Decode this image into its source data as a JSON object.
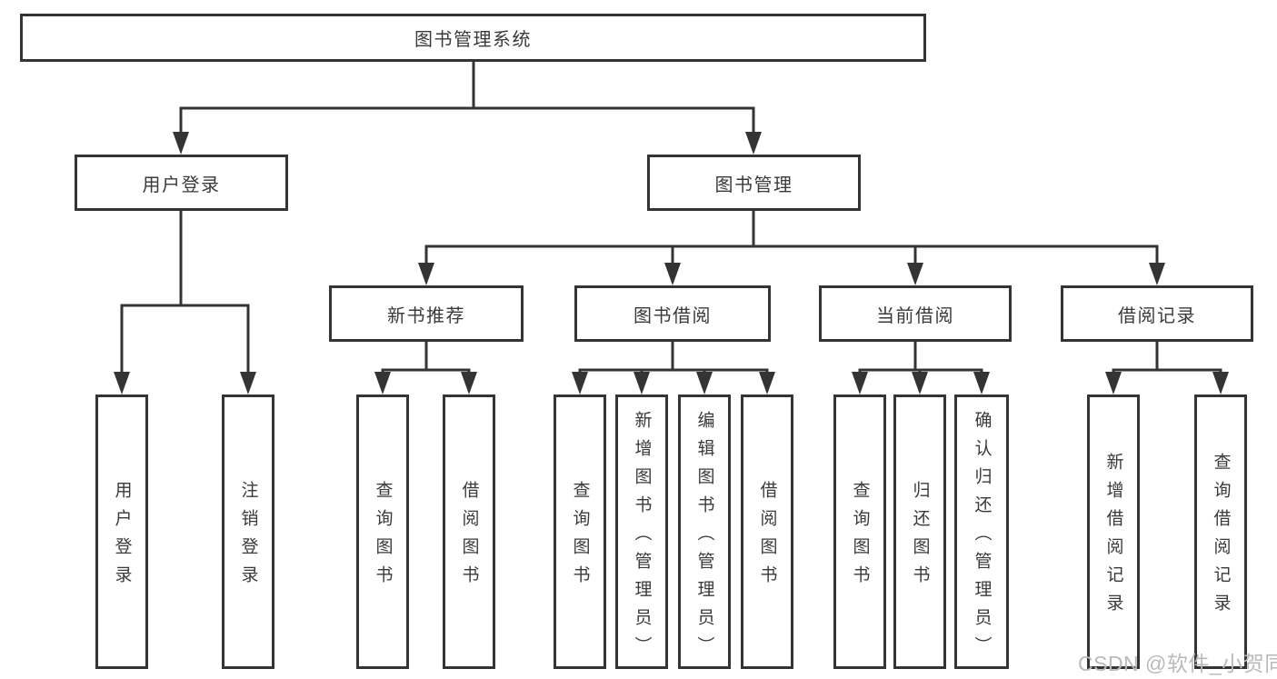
{
  "tree": {
    "label": "图书管理系统",
    "children": [
      {
        "label": "用户登录",
        "children": [
          {
            "label": "用户登录"
          },
          {
            "label": "注销登录"
          }
        ]
      },
      {
        "label": "图书管理",
        "children": [
          {
            "label": "新书推荐",
            "children": [
              {
                "label": "查询图书"
              },
              {
                "label": "借阅图书"
              }
            ]
          },
          {
            "label": "图书借阅",
            "children": [
              {
                "label": "查询图书"
              },
              {
                "label": "新增图书（管理员）"
              },
              {
                "label": "编辑图书（管理员）"
              },
              {
                "label": "借阅图书"
              }
            ]
          },
          {
            "label": "当前借阅",
            "children": [
              {
                "label": "查询图书"
              },
              {
                "label": "归还图书"
              },
              {
                "label": "确认归还（管理员）"
              }
            ]
          },
          {
            "label": "借阅记录",
            "children": [
              {
                "label": "新增借阅记录"
              },
              {
                "label": "查询借阅记录"
              }
            ]
          }
        ]
      }
    ]
  },
  "watermark": "CSDN @软件_小贺同学",
  "colors": {
    "line": "#343434",
    "box_border": "#343434",
    "box_fill": "#ffffff",
    "text": "#3a3a3a",
    "watermark_text": "#bababa",
    "background": "#ffffff"
  }
}
